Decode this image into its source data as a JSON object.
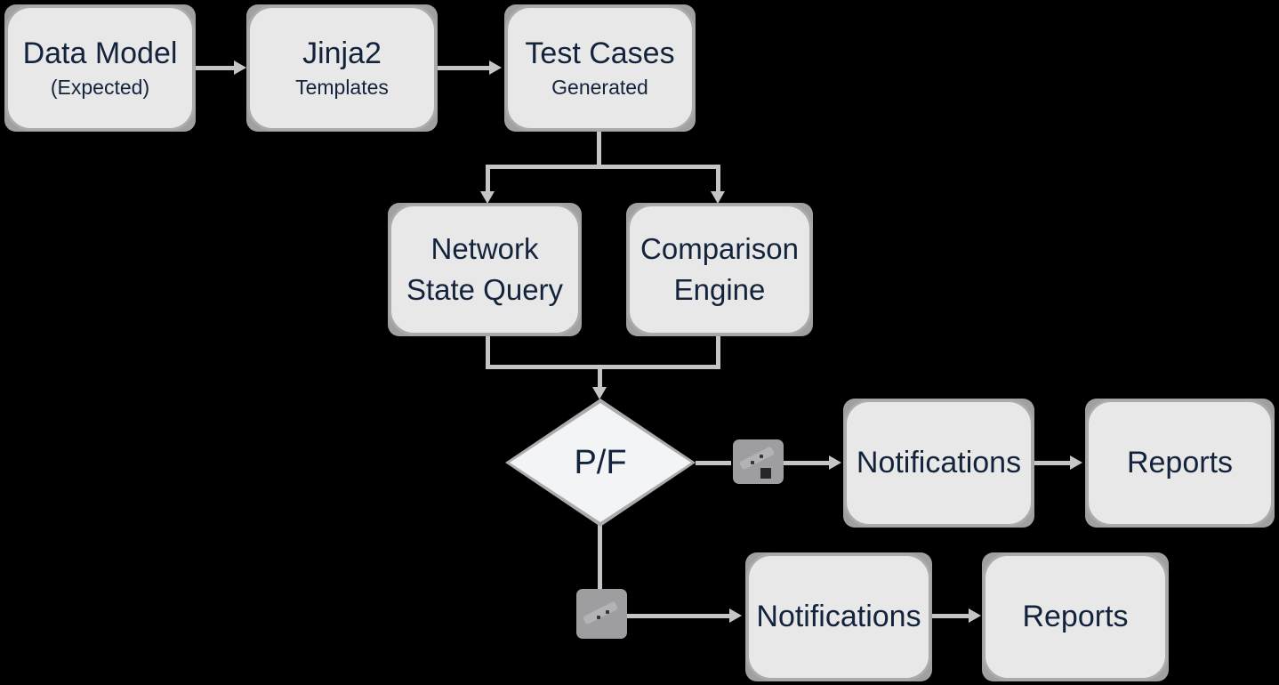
{
  "canvas": {
    "background": "#000000"
  },
  "colors": {
    "box_fill": "#e8e8e9",
    "box_border": "#ababad",
    "box_halo": "#a0a0a2",
    "text": "#14233c",
    "connector": "#c5c5c7",
    "diamond_fill": "#f3f4f6",
    "icon_fill": "#9e9ea0",
    "icon_detail": "#262628",
    "canvas_bg": "#000000"
  },
  "nodes": {
    "data_model": {
      "title": "Data Model",
      "subtitle": "(Expected)"
    },
    "jinja2_templates": {
      "title": "Jinja2",
      "subtitle": "Templates"
    },
    "test_cases": {
      "title": "Test Cases",
      "subtitle": "Generated"
    },
    "network_state_query": {
      "line1": "Network",
      "line2": "State Query"
    },
    "comparison_engine": {
      "line1": "Comparison",
      "line2": "Engine"
    },
    "decision": {
      "label": "P/F"
    },
    "right_branch": {
      "notifications": "Notifications",
      "reports": "Reports"
    },
    "bottom_branch": {
      "notifications": "Notifications",
      "reports": "Reports"
    }
  },
  "icons": {
    "right_branch_marker": "emoji-placeholder",
    "bottom_branch_marker": "emoji-placeholder"
  }
}
